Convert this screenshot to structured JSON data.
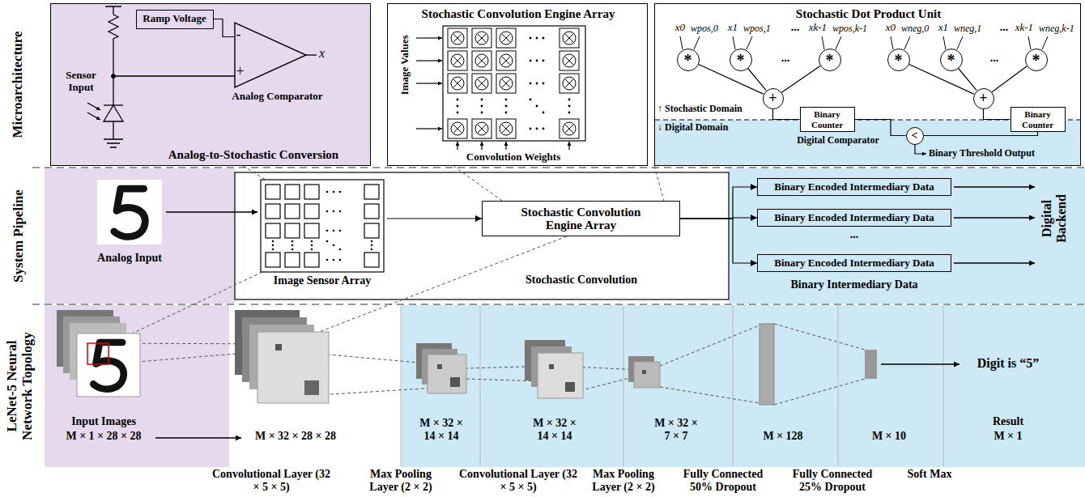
{
  "diagram": {
    "nodes": [
      {
        "text": [
          "Analog-to-Stochastic Conversion"
        ]
      },
      {
        "text": [
          "Ramp Voltage"
        ],
        "in": 0
      },
      {
        "text": [
          "-",
          "+",
          "Analog Comparator"
        ],
        "in": 0
      },
      {
        "text": [
          "Stochastic Convolution Engine Array"
        ]
      },
      {
        "text": [
          "Stochastic Dot Product Unit"
        ]
      },
      {
        "text": [
          "*"
        ],
        "in": 4
      },
      {
        "text": [
          "*"
        ],
        "in": 4
      },
      {
        "text": [
          "*"
        ],
        "in": 4
      },
      {
        "text": [
          "+"
        ],
        "in": 4
      },
      {
        "text": [
          "*"
        ],
        "in": 4
      },
      {
        "text": [
          "*"
        ],
        "in": 4
      },
      {
        "text": [
          "*"
        ],
        "in": 4
      },
      {
        "text": [
          "+"
        ],
        "in": 4
      },
      {
        "text": [
          "Binary Counter"
        ],
        "in": 4
      },
      {
        "text": [
          "<"
        ],
        "in": 4
      },
      {
        "text": [
          "Binary Counter"
        ],
        "in": 4
      },
      {
        "text": [
          "Image Sensor Array"
        ]
      },
      {
        "text": [
          "Stochastic Convolution Engine Array"
        ]
      },
      {
        "text": [
          "Binary Encoded Intermediary Data"
        ]
      },
      {
        "text": [
          "Binary Encoded Intermediary Data"
        ]
      },
      {
        "text": [
          "Binary Encoded Intermediary Data"
        ]
      }
    ],
    "edges": [
      {
        "from": 1,
        "to": 2,
        "arrow": "none"
      },
      {
        "from": 5,
        "to": 8,
        "arrow": "none"
      },
      {
        "from": 6,
        "to": 8,
        "arrow": "none"
      },
      {
        "from": 7,
        "to": 8,
        "arrow": "none"
      },
      {
        "from": 9,
        "to": 12,
        "arrow": "none"
      },
      {
        "from": 10,
        "to": 12,
        "arrow": "none"
      },
      {
        "from": 11,
        "to": 12,
        "arrow": "none"
      },
      {
        "from": 8,
        "to": 13,
        "arrow": "none"
      },
      {
        "from": 13,
        "to": 14,
        "arrow": "none"
      },
      {
        "from": 12,
        "to": 15,
        "arrow": "none"
      },
      {
        "from": 15,
        "to": 14,
        "arrow": "none"
      },
      {
        "from": 16,
        "to": 17,
        "arrow": "to"
      },
      {
        "from": 17,
        "to": 18,
        "arrow": "to"
      },
      {
        "from": 17,
        "to": 19,
        "arrow": "to"
      },
      {
        "from": 17,
        "to": 20,
        "arrow": "to"
      }
    ],
    "labels": [
      "Microarchitecture",
      "System Pipeline",
      "LeNet-5 Neural Network Topology",
      "Sensor Input",
      "x",
      "Image Values",
      "Convolution Weights",
      "x0",
      "wpos,0",
      "x1",
      "wpos,1",
      "...",
      "xk-1",
      "wpos,k-1",
      "...",
      "x0",
      "wneg,0",
      "x1",
      "wneg,1",
      "...",
      "xk-1",
      "wneg,k-1",
      "...",
      "↑ Stochastic Domain",
      "↓ Digital Domain",
      "Digital Comparator",
      "Binary Threshold Output",
      "Analog Input",
      "Stochastic Convolution",
      "...",
      "Binary Intermediary Data",
      "Digital Backend",
      "Input Images",
      "M × 1 × 28 × 28",
      "M × 32 × 28 × 28",
      "M × 32 × 14 × 14",
      "M × 32 × 14 × 14",
      "M × 32 × 7 × 7",
      "M × 128",
      "M × 10",
      "Result",
      "M × 1",
      "Digit is “5”",
      "Convolutional Layer (32 × 5 × 5)",
      "Max Pooling Layer (2 × 2)",
      "Convolutional Layer (32 × 5 × 5)",
      "Max Pooling Layer (2 × 2)",
      "Fully Connected 50% Dropout",
      "Fully Connected 25% Dropout",
      "Soft Max"
    ]
  }
}
